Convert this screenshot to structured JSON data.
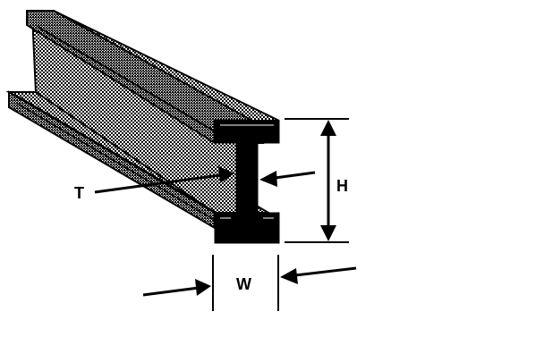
{
  "diagram": {
    "labels": {
      "thickness": "T",
      "height": "H",
      "width": "W"
    },
    "colors": {
      "ink": "#000000",
      "paper": "#ffffff",
      "halftone": "#8a8a8a"
    }
  }
}
